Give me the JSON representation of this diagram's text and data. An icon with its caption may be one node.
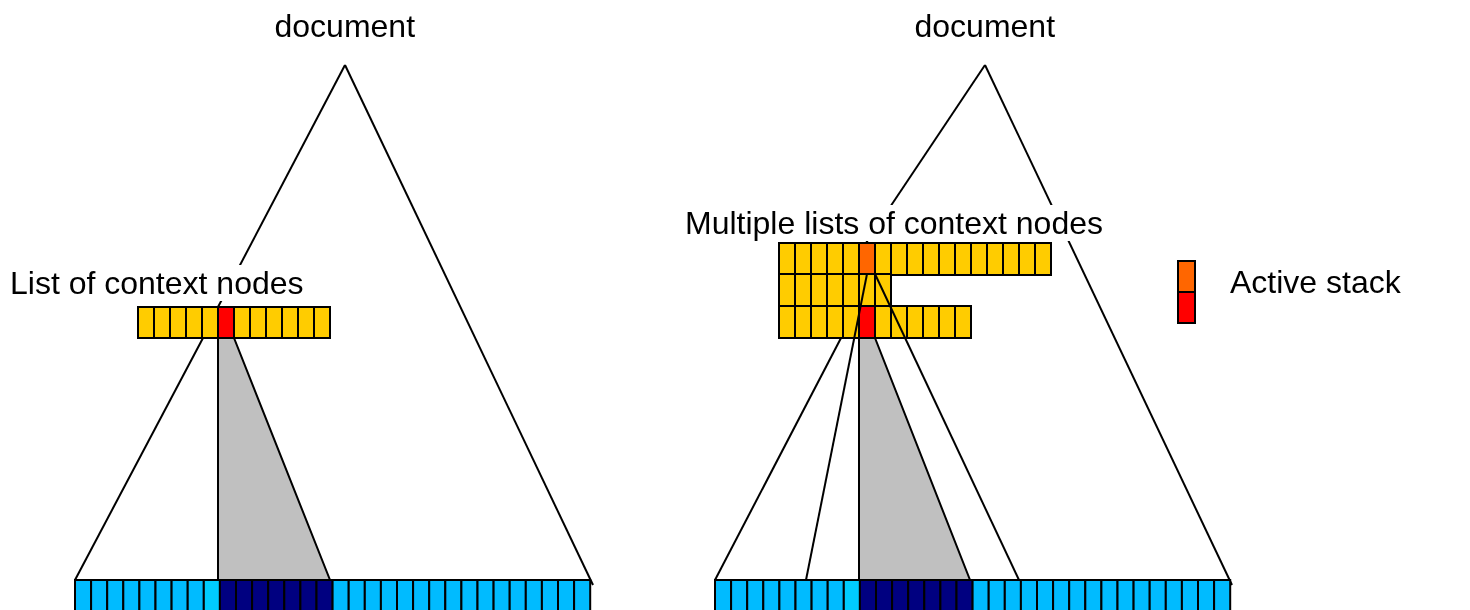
{
  "diagram": {
    "labels": [
      "document",
      "List of context nodes",
      "document",
      "Multiple lists of context nodes"
    ],
    "legend": [
      {
        "text": "Active stack"
      }
    ]
  }
}
